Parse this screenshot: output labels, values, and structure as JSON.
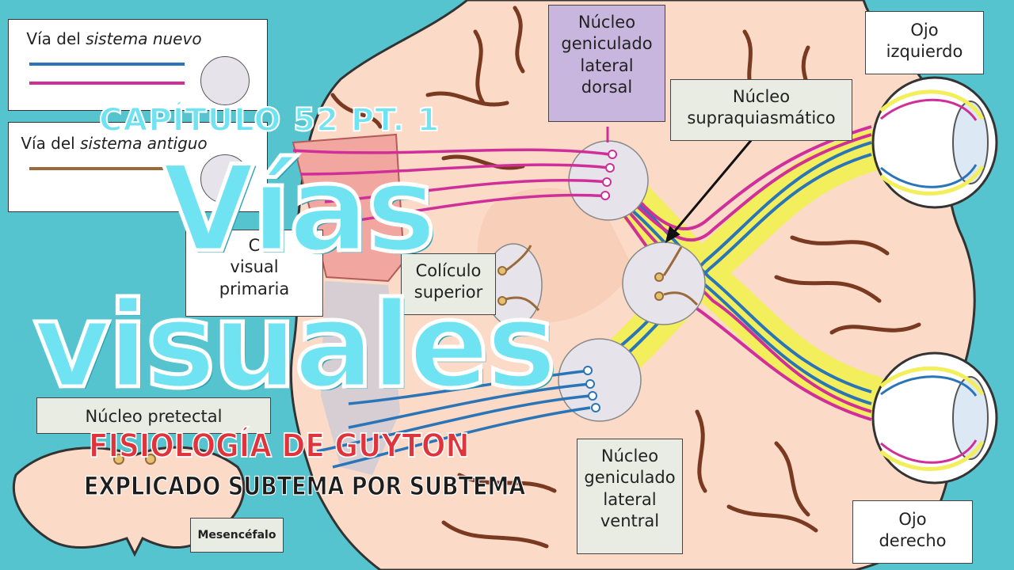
{
  "labels": {
    "ngld": [
      "Núcleo",
      "geniculado",
      "lateral",
      "dorsal"
    ],
    "supra": [
      "Núcleo",
      "supraquiasmático"
    ],
    "ojo_izq": [
      "Ojo",
      "izquierdo"
    ],
    "ojo_der": [
      "Ojo",
      "derecho"
    ],
    "colic": [
      "Colículo",
      "superior"
    ],
    "corteza": [
      "C",
      "visual",
      "primaria"
    ],
    "pretectal": "Núcleo pretectal",
    "nglv": [
      "Núcleo",
      "geniculado",
      "lateral",
      "ventral"
    ],
    "mesencefalo": "Mesencéfalo"
  },
  "legend": {
    "nuevo_prefix": "Vía del ",
    "nuevo_italic": "sistema nuevo",
    "antiguo_prefix": "Vía del ",
    "antiguo_italic": "sistema antiguo"
  },
  "overlay": {
    "chapter": "CAPÍTULO 52 PT. 1",
    "title_line1": "Vías",
    "title_line2": "visuales",
    "subtitle": "FISIOLOGÍA DE GUYTON",
    "tagline": "EXPLICADO SUBTEMA POR SUBTEMA"
  },
  "colors": {
    "background": "#55c4cf",
    "brain": "#fbdac7",
    "sulci": "#7a3a22",
    "new_pathway_blue": "#2a74b8",
    "new_pathway_magenta": "#d02f9a",
    "old_pathway_brown": "#9a6a3a",
    "optic_yellow": "#f3ee5b",
    "title_cyan": "#6fe3f2",
    "subtitle_red": "#e0343c"
  }
}
